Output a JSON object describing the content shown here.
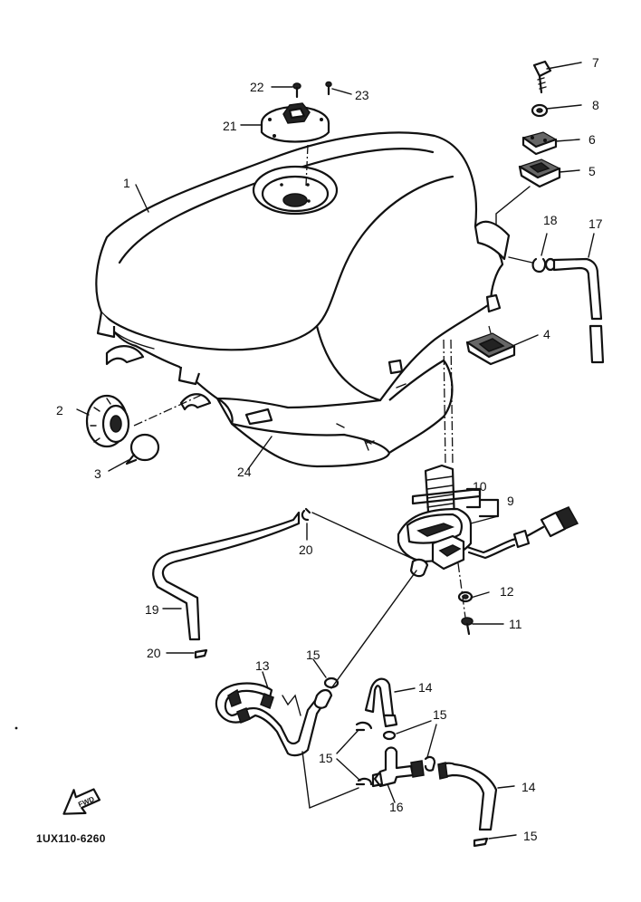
{
  "diagram_code": "1UX110-6260",
  "front_arrow_text": "FWD",
  "callouts": [
    {
      "id": "c1",
      "text": "1"
    },
    {
      "id": "c2",
      "text": "2"
    },
    {
      "id": "c3",
      "text": "3"
    },
    {
      "id": "c4",
      "text": "4"
    },
    {
      "id": "c5",
      "text": "5"
    },
    {
      "id": "c6",
      "text": "6"
    },
    {
      "id": "c7",
      "text": "7"
    },
    {
      "id": "c8",
      "text": "8"
    },
    {
      "id": "c9",
      "text": "9"
    },
    {
      "id": "c10",
      "text": "10"
    },
    {
      "id": "c11",
      "text": "11"
    },
    {
      "id": "c12",
      "text": "12"
    },
    {
      "id": "c13",
      "text": "13"
    },
    {
      "id": "c14a",
      "text": "14"
    },
    {
      "id": "c14b",
      "text": "14"
    },
    {
      "id": "c15a",
      "text": "15"
    },
    {
      "id": "c15b",
      "text": "15"
    },
    {
      "id": "c15c",
      "text": "15"
    },
    {
      "id": "c15d",
      "text": "15"
    },
    {
      "id": "c16",
      "text": "16"
    },
    {
      "id": "c17",
      "text": "17"
    },
    {
      "id": "c18",
      "text": "18"
    },
    {
      "id": "c19",
      "text": "19"
    },
    {
      "id": "c20a",
      "text": "20"
    },
    {
      "id": "c20b",
      "text": "20"
    },
    {
      "id": "c21",
      "text": "21"
    },
    {
      "id": "c22",
      "text": "22"
    },
    {
      "id": "c23",
      "text": "23"
    },
    {
      "id": "c24",
      "text": "24"
    }
  ]
}
